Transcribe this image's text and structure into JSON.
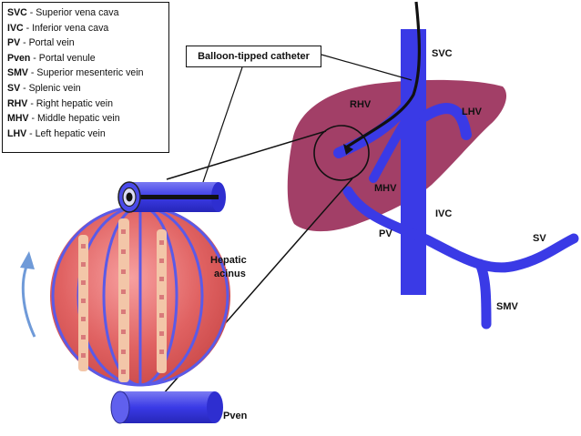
{
  "legend": {
    "items": [
      {
        "abbr": "SVC",
        "full": "Superior vena cava"
      },
      {
        "abbr": "IVC",
        "full": "Inferior vena cava"
      },
      {
        "abbr": "PV",
        "full": "Portal vein"
      },
      {
        "abbr": "Pven",
        "full": "Portal venule"
      },
      {
        "abbr": "SMV",
        "full": "Superior mesenteric vein"
      },
      {
        "abbr": "SV",
        "full": "Splenic vein"
      },
      {
        "abbr": "RHV",
        "full": "Right hepatic vein"
      },
      {
        "abbr": "MHV",
        "full": "Middle hepatic vein"
      },
      {
        "abbr": "LHV",
        "full": "Left hepatic vein"
      }
    ]
  },
  "callout": "Balloon-tipped catheter",
  "labels": {
    "svc": "SVC",
    "rhv": "RHV",
    "lhv": "LHV",
    "mhv": "MHV",
    "ivc": "IVC",
    "pv": "PV",
    "sv": "SV",
    "smv": "SMV",
    "acinus_line1": "Hepatic",
    "acinus_line2": "acinus",
    "pven": "Pven"
  },
  "colors": {
    "liver": "#9a2f5a",
    "vein": "#3a3ae6",
    "acinus": "#d85858",
    "cell": "#f3c6a8",
    "arrow": "#6f9ad8"
  }
}
